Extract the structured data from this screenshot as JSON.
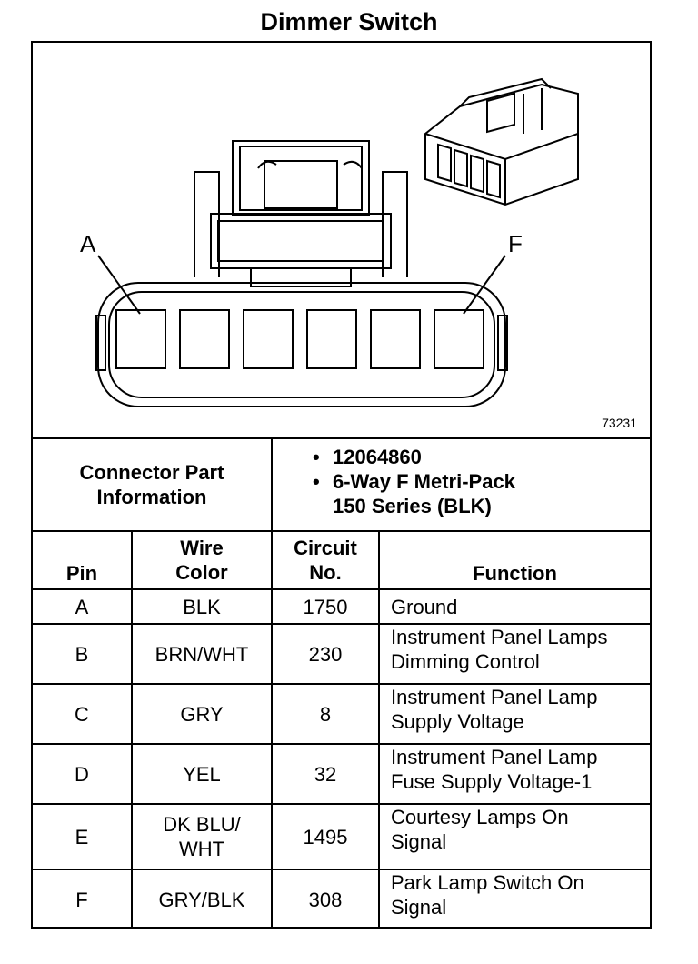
{
  "title": "Dimmer Switch",
  "figure_id": "73231",
  "pin_callouts": {
    "first": "A",
    "last": "F"
  },
  "connector_info": {
    "label_line1": "Connector Part",
    "label_line2": "Information",
    "items": [
      {
        "line1": "12064860",
        "line2": ""
      },
      {
        "line1": "6-Way F Metri-Pack",
        "line2": "150 Series (BLK)"
      }
    ]
  },
  "table": {
    "headers": {
      "pin": "Pin",
      "wire_color_line1": "Wire",
      "wire_color_line2": "Color",
      "circuit_line1": "Circuit",
      "circuit_line2": "No.",
      "function": "Function"
    },
    "rows": [
      {
        "pin": "A",
        "color1": "BLK",
        "color2": "",
        "circuit": "1750",
        "func1": "Ground",
        "func2": ""
      },
      {
        "pin": "B",
        "color1": "BRN/WHT",
        "color2": "",
        "circuit": "230",
        "func1": "Instrument Panel Lamps",
        "func2": "Dimming Control"
      },
      {
        "pin": "C",
        "color1": "GRY",
        "color2": "",
        "circuit": "8",
        "func1": "Instrument Panel Lamp",
        "func2": "Supply Voltage"
      },
      {
        "pin": "D",
        "color1": "YEL",
        "color2": "",
        "circuit": "32",
        "func1": "Instrument Panel Lamp",
        "func2": "Fuse Supply Voltage-1"
      },
      {
        "pin": "E",
        "color1": "DK BLU/",
        "color2": "WHT",
        "circuit": "1495",
        "func1": "Courtesy Lamps On",
        "func2": "Signal"
      },
      {
        "pin": "F",
        "color1": "GRY/BLK",
        "color2": "",
        "circuit": "308",
        "func1": "Park Lamp Switch On",
        "func2": "Signal"
      }
    ]
  }
}
